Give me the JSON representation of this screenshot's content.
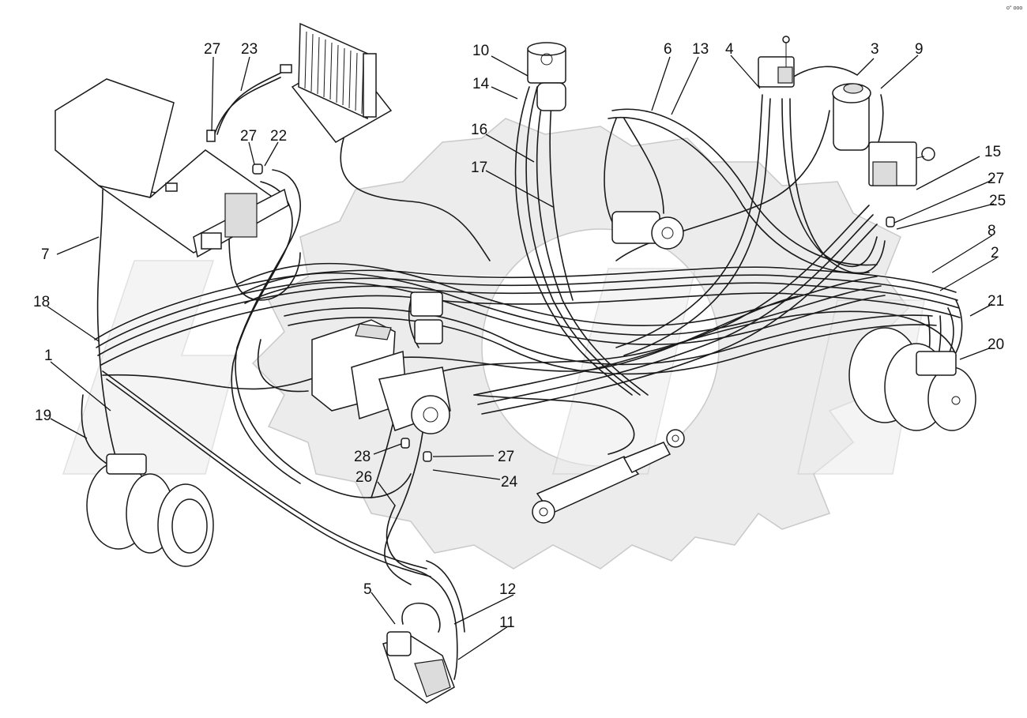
{
  "corner_mark": "o° ооо",
  "callouts": [
    {
      "id": "1",
      "text": "1"
    },
    {
      "id": "2",
      "text": "2"
    },
    {
      "id": "3",
      "text": "3"
    },
    {
      "id": "4",
      "text": "4"
    },
    {
      "id": "5",
      "text": "5"
    },
    {
      "id": "6",
      "text": "6"
    },
    {
      "id": "7",
      "text": "7"
    },
    {
      "id": "8",
      "text": "8"
    },
    {
      "id": "9",
      "text": "9"
    },
    {
      "id": "10",
      "text": "10"
    },
    {
      "id": "11",
      "text": "11"
    },
    {
      "id": "12",
      "text": "12"
    },
    {
      "id": "13",
      "text": "13"
    },
    {
      "id": "14",
      "text": "14"
    },
    {
      "id": "15",
      "text": "15"
    },
    {
      "id": "16",
      "text": "16"
    },
    {
      "id": "17",
      "text": "17"
    },
    {
      "id": "18",
      "text": "18"
    },
    {
      "id": "19",
      "text": "19"
    },
    {
      "id": "20",
      "text": "20"
    },
    {
      "id": "21",
      "text": "21"
    },
    {
      "id": "22",
      "text": "22"
    },
    {
      "id": "23",
      "text": "23"
    },
    {
      "id": "24",
      "text": "24"
    },
    {
      "id": "25",
      "text": "25"
    },
    {
      "id": "26",
      "text": "26"
    },
    {
      "id": "27a",
      "text": "27"
    },
    {
      "id": "27b",
      "text": "27"
    },
    {
      "id": "27c",
      "text": "27"
    },
    {
      "id": "27d",
      "text": "27"
    },
    {
      "id": "28",
      "text": "28"
    }
  ]
}
